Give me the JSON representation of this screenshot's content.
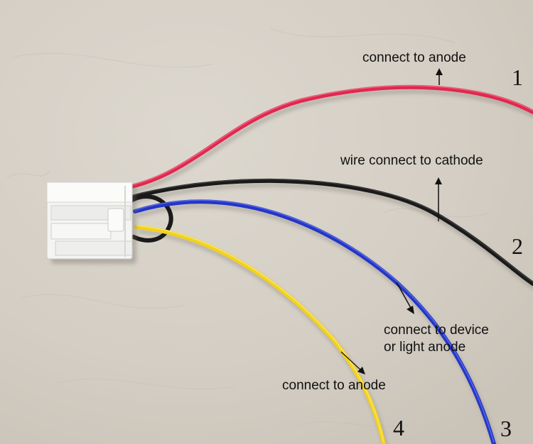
{
  "annotations": {
    "red_wire": "connect to anode",
    "black_wire": "wire connect to cathode",
    "blue_wire_line1": "connect to device",
    "blue_wire_line2": "or light anode",
    "yellow_wire": "connect to anode"
  },
  "wire_numbers": {
    "red": "1",
    "black": "2",
    "blue": "3",
    "yellow": "4"
  },
  "wire_colors": {
    "red": "#e0284f",
    "black": "#1a1a1a",
    "blue": "#2436c8",
    "yellow": "#f2d21a"
  },
  "surface_color": "#d6d0c6",
  "connector_color": "#f4f4f2"
}
